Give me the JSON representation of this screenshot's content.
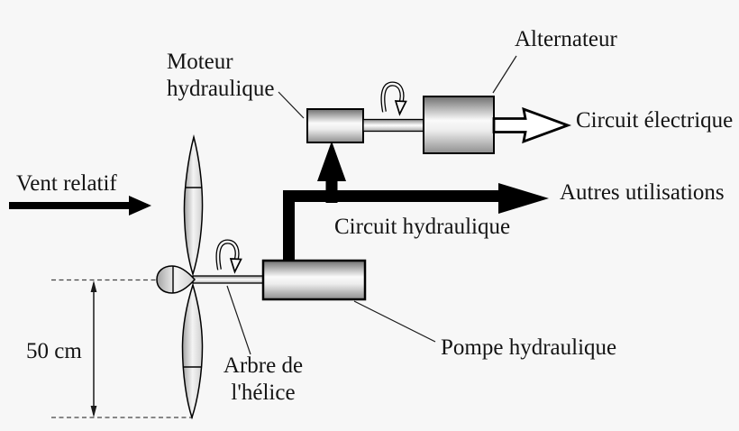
{
  "canvas": {
    "background": "#f7f7f7",
    "ink": "#000000",
    "text_color": "#141414",
    "metal_dark": "#6f6f6f",
    "metal_light": "#fafafa",
    "metal_bottom": "#8f8f8f"
  },
  "labels": {
    "vent_relatif": "Vent relatif",
    "moteur_hydraulique_line1": "Moteur",
    "moteur_hydraulique_line2": "hydraulique",
    "alternateur": "Alternateur",
    "circuit_electrique": "Circuit électrique",
    "autres_utilisations": "Autres utilisations",
    "circuit_hydraulique": "Circuit hydraulique",
    "pompe_hydraulique": "Pompe hydraulique",
    "arbre_helice_line1": "Arbre de",
    "arbre_helice_line2": "l'hélice",
    "measure": "50 cm"
  },
  "icons": {
    "wind_arrow": "right-arrow",
    "rotation_arrows": "rotation-arrow",
    "hydraulic_pipe_arrow": "thick-right-arrow",
    "motor_feed_arrow": "thick-up-arrow",
    "electric_output_arrow": "hollow-right-arrow",
    "measure_arrow": "vertical-double-arrow"
  }
}
